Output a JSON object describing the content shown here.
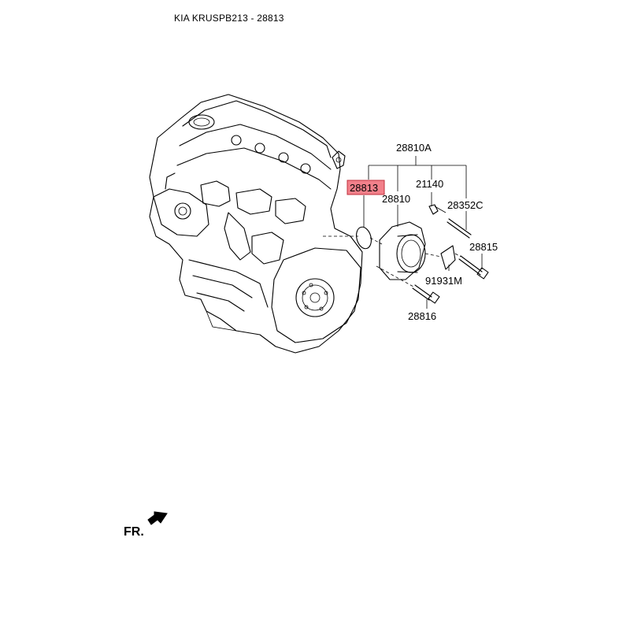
{
  "title": "KIA KRUSPB213 - 28813",
  "highlight_color": "#f2808a",
  "parts": {
    "p28810A": "28810A",
    "p28813": "28813",
    "p28810": "28810",
    "p21140": "21140",
    "p28352C": "28352C",
    "p28815": "28815",
    "p91931M": "91931M",
    "p28816": "28816"
  },
  "orientation_label": "FR."
}
